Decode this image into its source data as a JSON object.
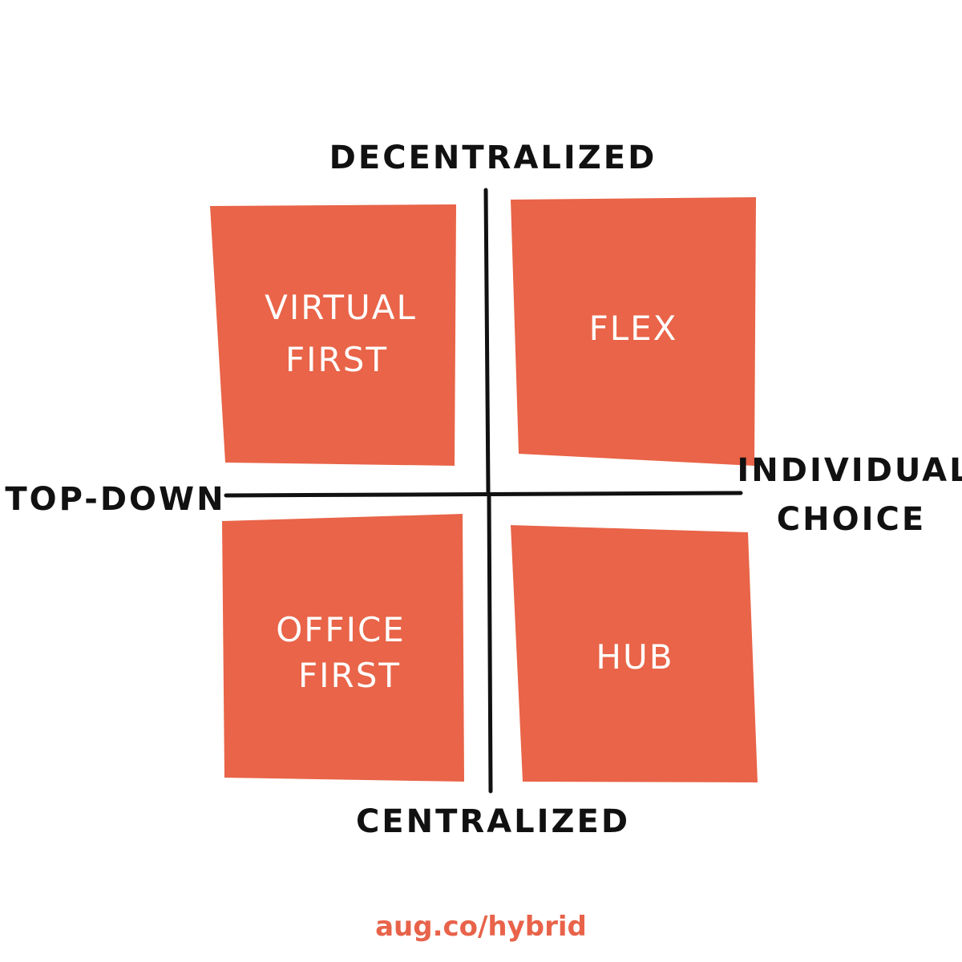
{
  "colors": {
    "quadrant_fill": "#e96448",
    "axis_line": "#111111",
    "quadrant_text": "#ffffff",
    "url_text": "#e8634a"
  },
  "axes": {
    "top": "DECENTRALIZED",
    "bottom": "CENTRALIZED",
    "left": "TOP-DOWN",
    "right_line1": "INDIVIDUAL",
    "right_line2": "CHOICE"
  },
  "quadrants": {
    "top_left": {
      "line1": "VIRTUAL",
      "line2": "FIRST"
    },
    "top_right": {
      "line1": "FLEX"
    },
    "bottom_left": {
      "line1": "OFFICE",
      "line2": "FIRST"
    },
    "bottom_right": {
      "line1": "HUB"
    }
  },
  "footer": {
    "url": "aug.co/hybrid"
  }
}
